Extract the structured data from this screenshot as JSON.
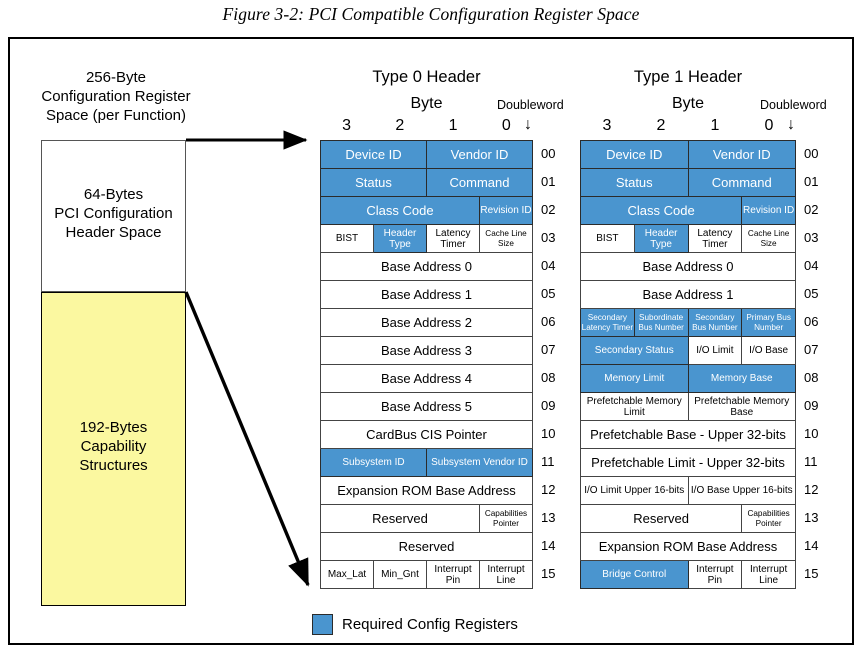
{
  "figure": {
    "title": "Figure 3-2: PCI Compatible Configuration Register Space"
  },
  "memory_map": {
    "caption": "256-Byte\nConfiguration Register\nSpace (per Function)",
    "caption_lines": [
      "256-Byte",
      "Configuration Register",
      "Space (per Function)"
    ],
    "header_region": {
      "label_lines": [
        "64-Bytes",
        "PCI Configuration",
        "Header Space"
      ],
      "fill": "#ffffff"
    },
    "capability_region": {
      "label_lines": [
        "192-Bytes",
        "Capability",
        "Structures"
      ],
      "fill": "#fbf8a0"
    }
  },
  "colors": {
    "required_blue": "#4a95cf",
    "capability_yellow": "#fbf8a0",
    "border": "#444444"
  },
  "legend": {
    "swatch_color": "#4a95cf",
    "label": "Required Config Registers"
  },
  "common": {
    "byte_label": "Byte",
    "doubleword_label": "Doubleword",
    "byte_numbers": [
      "3",
      "2",
      "1",
      "0"
    ],
    "down_arrow": "↓"
  },
  "type0": {
    "title": "Type 0 Header",
    "doubleword_numbers": [
      "00",
      "01",
      "02",
      "03",
      "04",
      "05",
      "06",
      "07",
      "08",
      "09",
      "10",
      "11",
      "12",
      "13",
      "14",
      "15"
    ],
    "rows": [
      {
        "dw": "00",
        "cells": [
          {
            "text": "Device ID",
            "span": 2,
            "blue": true,
            "size": "big"
          },
          {
            "text": "Vendor ID",
            "span": 2,
            "blue": true,
            "size": "big"
          }
        ]
      },
      {
        "dw": "01",
        "cells": [
          {
            "text": "Status",
            "span": 2,
            "blue": true,
            "size": "big"
          },
          {
            "text": "Command",
            "span": 2,
            "blue": true,
            "size": "big"
          }
        ]
      },
      {
        "dw": "02",
        "cells": [
          {
            "text": "Class Code",
            "span": 3,
            "blue": true,
            "size": "big"
          },
          {
            "text": "Revision ID",
            "span": 1,
            "blue": true,
            "size": "sm"
          }
        ]
      },
      {
        "dw": "03",
        "cells": [
          {
            "text": "BIST",
            "span": 1,
            "blue": false,
            "size": "sm"
          },
          {
            "text": "Header Type",
            "span": 1,
            "blue": true,
            "size": "sm"
          },
          {
            "text": "Latency Timer",
            "span": 1,
            "blue": false,
            "size": "sm"
          },
          {
            "text": "Cache Line Size",
            "span": 1,
            "blue": false,
            "size": "tiny"
          }
        ]
      },
      {
        "dw": "04",
        "cells": [
          {
            "text": "Base Address 0",
            "span": 4,
            "blue": false,
            "size": "big"
          }
        ]
      },
      {
        "dw": "05",
        "cells": [
          {
            "text": "Base Address 1",
            "span": 4,
            "blue": false,
            "size": "big"
          }
        ]
      },
      {
        "dw": "06",
        "cells": [
          {
            "text": "Base Address 2",
            "span": 4,
            "blue": false,
            "size": "big"
          }
        ]
      },
      {
        "dw": "07",
        "cells": [
          {
            "text": "Base Address 3",
            "span": 4,
            "blue": false,
            "size": "big"
          }
        ]
      },
      {
        "dw": "08",
        "cells": [
          {
            "text": "Base Address 4",
            "span": 4,
            "blue": false,
            "size": "big"
          }
        ]
      },
      {
        "dw": "09",
        "cells": [
          {
            "text": "Base Address 5",
            "span": 4,
            "blue": false,
            "size": "big"
          }
        ]
      },
      {
        "dw": "10",
        "cells": [
          {
            "text": "CardBus CIS Pointer",
            "span": 4,
            "blue": false,
            "size": "big"
          }
        ]
      },
      {
        "dw": "11",
        "cells": [
          {
            "text": "Subsystem ID",
            "span": 2,
            "blue": true,
            "size": "sm"
          },
          {
            "text": "Subsystem Vendor ID",
            "span": 2,
            "blue": true,
            "size": "sm"
          }
        ]
      },
      {
        "dw": "12",
        "cells": [
          {
            "text": "Expansion ROM Base Address",
            "span": 4,
            "blue": false,
            "size": "big"
          }
        ]
      },
      {
        "dw": "13",
        "cells": [
          {
            "text": "Reserved",
            "span": 3,
            "blue": false,
            "size": "big"
          },
          {
            "text": "Capabilities Pointer",
            "span": 1,
            "blue": false,
            "size": "tiny"
          }
        ]
      },
      {
        "dw": "14",
        "cells": [
          {
            "text": "Reserved",
            "span": 4,
            "blue": false,
            "size": "big"
          }
        ]
      },
      {
        "dw": "15",
        "cells": [
          {
            "text": "Max_Lat",
            "span": 1,
            "blue": false,
            "size": "sm"
          },
          {
            "text": "Min_Gnt",
            "span": 1,
            "blue": false,
            "size": "sm"
          },
          {
            "text": "Interrupt Pin",
            "span": 1,
            "blue": false,
            "size": "sm"
          },
          {
            "text": "Interrupt Line",
            "span": 1,
            "blue": false,
            "size": "sm"
          }
        ]
      }
    ]
  },
  "type1": {
    "title": "Type 1 Header",
    "doubleword_numbers": [
      "00",
      "01",
      "02",
      "03",
      "04",
      "05",
      "06",
      "07",
      "08",
      "09",
      "10",
      "11",
      "12",
      "13",
      "14",
      "15"
    ],
    "rows": [
      {
        "dw": "00",
        "cells": [
          {
            "text": "Device ID",
            "span": 2,
            "blue": true,
            "size": "big"
          },
          {
            "text": "Vendor ID",
            "span": 2,
            "blue": true,
            "size": "big"
          }
        ]
      },
      {
        "dw": "01",
        "cells": [
          {
            "text": "Status",
            "span": 2,
            "blue": true,
            "size": "big"
          },
          {
            "text": "Command",
            "span": 2,
            "blue": true,
            "size": "big"
          }
        ]
      },
      {
        "dw": "02",
        "cells": [
          {
            "text": "Class Code",
            "span": 3,
            "blue": true,
            "size": "big"
          },
          {
            "text": "Revision ID",
            "span": 1,
            "blue": true,
            "size": "sm"
          }
        ]
      },
      {
        "dw": "03",
        "cells": [
          {
            "text": "BIST",
            "span": 1,
            "blue": false,
            "size": "sm"
          },
          {
            "text": "Header Type",
            "span": 1,
            "blue": true,
            "size": "sm"
          },
          {
            "text": "Latency Timer",
            "span": 1,
            "blue": false,
            "size": "sm"
          },
          {
            "text": "Cache Line Size",
            "span": 1,
            "blue": false,
            "size": "tiny"
          }
        ]
      },
      {
        "dw": "04",
        "cells": [
          {
            "text": "Base Address 0",
            "span": 4,
            "blue": false,
            "size": "big"
          }
        ]
      },
      {
        "dw": "05",
        "cells": [
          {
            "text": "Base Address 1",
            "span": 4,
            "blue": false,
            "size": "big"
          }
        ]
      },
      {
        "dw": "06",
        "cells": [
          {
            "text": "Secondary Latency Timer",
            "span": 1,
            "blue": true,
            "size": "tiny"
          },
          {
            "text": "Subordinate Bus Number",
            "span": 1,
            "blue": true,
            "size": "tiny"
          },
          {
            "text": "Secondary Bus Number",
            "span": 1,
            "blue": true,
            "size": "tiny"
          },
          {
            "text": "Primary Bus Number",
            "span": 1,
            "blue": true,
            "size": "tiny"
          }
        ]
      },
      {
        "dw": "07",
        "cells": [
          {
            "text": "Secondary Status",
            "span": 2,
            "blue": true,
            "size": "sm"
          },
          {
            "text": "I/O Limit",
            "span": 1,
            "blue": false,
            "size": "sm"
          },
          {
            "text": "I/O Base",
            "span": 1,
            "blue": false,
            "size": "sm"
          }
        ]
      },
      {
        "dw": "08",
        "cells": [
          {
            "text": "Memory Limit",
            "span": 2,
            "blue": true,
            "size": "sm"
          },
          {
            "text": "Memory Base",
            "span": 2,
            "blue": true,
            "size": "sm"
          }
        ]
      },
      {
        "dw": "09",
        "cells": [
          {
            "text": "Prefetchable Memory Limit",
            "span": 2,
            "blue": false,
            "size": "sm"
          },
          {
            "text": "Prefetchable Memory Base",
            "span": 2,
            "blue": false,
            "size": "sm"
          }
        ]
      },
      {
        "dw": "10",
        "cells": [
          {
            "text": "Prefetchable Base - Upper 32-bits",
            "span": 4,
            "blue": false,
            "size": "big"
          }
        ]
      },
      {
        "dw": "11",
        "cells": [
          {
            "text": "Prefetchable Limit - Upper 32-bits",
            "span": 4,
            "blue": false,
            "size": "big"
          }
        ]
      },
      {
        "dw": "12",
        "cells": [
          {
            "text": "I/O Limit Upper 16-bits",
            "span": 2,
            "blue": false,
            "size": "sm"
          },
          {
            "text": "I/O Base Upper 16-bits",
            "span": 2,
            "blue": false,
            "size": "sm"
          }
        ]
      },
      {
        "dw": "13",
        "cells": [
          {
            "text": "Reserved",
            "span": 3,
            "blue": false,
            "size": "big"
          },
          {
            "text": "Capabilities Pointer",
            "span": 1,
            "blue": false,
            "size": "tiny"
          }
        ]
      },
      {
        "dw": "14",
        "cells": [
          {
            "text": "Expansion ROM Base Address",
            "span": 4,
            "blue": false,
            "size": "big"
          }
        ]
      },
      {
        "dw": "15",
        "cells": [
          {
            "text": "Bridge Control",
            "span": 2,
            "blue": true,
            "size": "sm"
          },
          {
            "text": "Interrupt Pin",
            "span": 1,
            "blue": false,
            "size": "sm"
          },
          {
            "text": "Interrupt Line",
            "span": 1,
            "blue": false,
            "size": "sm"
          }
        ]
      }
    ]
  }
}
